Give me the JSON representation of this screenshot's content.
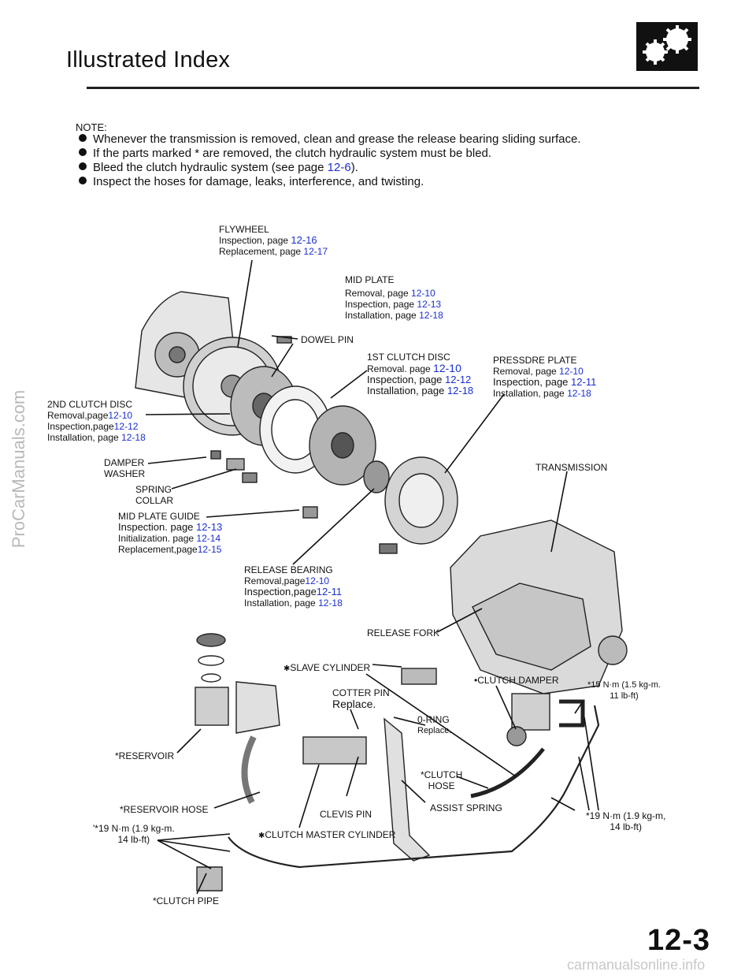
{
  "title": "Illustrated Index",
  "note_label": "NOTE:",
  "notes": [
    {
      "text": "Whenever the transmission is removed, clean and grease the release bearing sliding surface."
    },
    {
      "text": "If the parts marked * are removed, the clutch hydraulic system must be bled."
    },
    {
      "pre": "Bleed the clutch hydraulic system (see page ",
      "link": "12-6",
      "post": ")."
    },
    {
      "text": "Inspect the hoses for damage, leaks, interference, and twisting."
    }
  ],
  "parts": {
    "flywheel": {
      "name": "FLYWHEEL",
      "l1": "Inspection, page ",
      "p1": "12-16",
      "l2": "Replacement, page ",
      "p2": "12-17"
    },
    "mid_plate": {
      "name": "MID PLATE",
      "l1": "Removal, page ",
      "p1": "12-10",
      "l2": "Inspection, page ",
      "p2": "12-13",
      "l3": "Installation, page ",
      "p3": "12-18"
    },
    "dowel_pin": {
      "name": "DOWEL PIN"
    },
    "first_disc": {
      "name": "1ST CLUTCH DISC",
      "l1": "Removal. page ",
      "p1": "12-10",
      "l2": "Inspection, page ",
      "p2": "12-12",
      "l3": "Installation, page ",
      "p3": "12-18"
    },
    "pressure_plate": {
      "name": "PRESSDRE PLATE",
      "l1": "Removal, page ",
      "p1": "12-10",
      "l2": "Inspection, page ",
      "p2": "12-11",
      "l3": "Installation, page ",
      "p3": "12-18"
    },
    "second_disc": {
      "name": "2ND CLUTCH DISC",
      "l1": "Removal,page",
      "p1": "12-10",
      "l2": "Inspection,page",
      "p2": "12-12",
      "l3": "Installation, page ",
      "p3": "12-18"
    },
    "damper_washer": {
      "l1": "DAMPER",
      "l2": "WASHER"
    },
    "spring_collar": {
      "l1": "SPRING",
      "l2": "COLLAR"
    },
    "transmission": {
      "name": "TRANSMISSION"
    },
    "mid_plate_guide": {
      "name": "MID PLATE GUIDE",
      "l1": "Inspection. page ",
      "p1": "12-13",
      "l2": "Initialization. page ",
      "p2": "12-14",
      "l3": "Replacement,page",
      "p3": "12-15"
    },
    "release_bearing": {
      "name": "RELEASE BEARING",
      "l1": "Removal,page",
      "p1": "12-10",
      "l2": "Inspection,page",
      "p2": "12-11",
      "l3": "Installation, page ",
      "p3": "12-18"
    },
    "release_fork": {
      "name": "RELEASE FORK"
    },
    "slave_cylinder": {
      "name": "SLAVE CYLINDER"
    },
    "clutch_damper": {
      "name": "•CLUTCH DAMPER"
    },
    "torque_15": {
      "l1": "*15 N·m (1.5 kg-m.",
      "l2": "11 lb-ft)"
    },
    "cotter_pin": {
      "name": "COTTER PIN",
      "note": "Replace."
    },
    "o_ring": {
      "name": "0-RING",
      "note": "Replace."
    },
    "reservoir": {
      "name": "*RESERVOIR"
    },
    "clutch_hose": {
      "l1": "*CLUTCH",
      "l2": "HOSE"
    },
    "reservoir_hose": {
      "name": "*RESERVOIR HOSE"
    },
    "clevis_pin": {
      "name": "CLEVIS PIN"
    },
    "assist_spring": {
      "name": "ASSIST SPRING"
    },
    "torque_19_left": {
      "l1": "'*19 N·m (1.9 kg-m.",
      "l2": "14 lb-ft)"
    },
    "master_cylinder": {
      "name": "CLUTCH MASTER CYLINDER"
    },
    "torque_19_right": {
      "l1": "*19 N·m (1.9 kg-m,",
      "l2": "14 lb-ft)"
    },
    "clutch_pipe": {
      "name": "*CLUTCH PIPE"
    }
  },
  "page_number": "12-3",
  "watermark_side": "ProCarManuals.com",
  "watermark_footer": "carmanualsonline.info",
  "colors": {
    "link": "#1a2fd1",
    "text": "#111111"
  },
  "icons": {
    "header": "gears-icon"
  }
}
